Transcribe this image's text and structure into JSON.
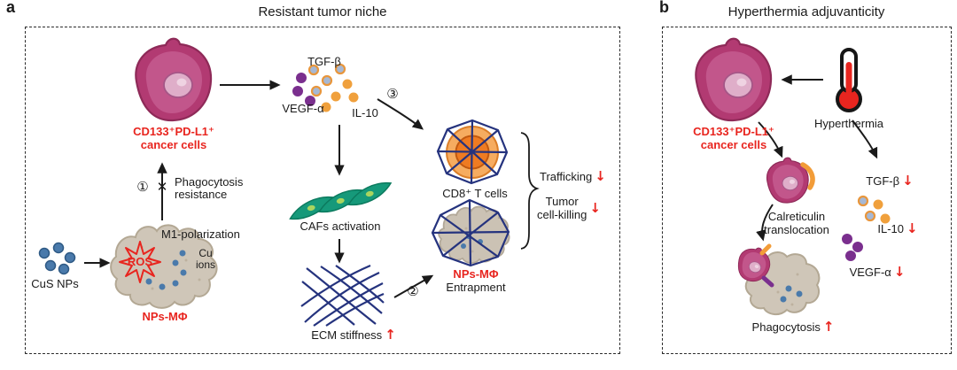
{
  "figure": {
    "panel_a": {
      "corner_label": "a",
      "title": "Resistant tumor niche",
      "cancer_cells": {
        "line1": "CD133⁺PD-L1⁺",
        "line2": "cancer cells"
      },
      "cytokines": {
        "tgf_beta": "TGF-β",
        "vegf_alpha": "VEGF-α",
        "il_10": "IL-10"
      },
      "steps": {
        "one": "①",
        "two": "②",
        "three": "③"
      },
      "phagocytosis_resistance": {
        "line1": "Phagocytosis",
        "line2": "resistance"
      },
      "m1_polarization": "M1-polarization",
      "ros": "ROS",
      "cu_ions": {
        "line1": "Cu",
        "line2": "ions"
      },
      "cus_nps": "CuS NPs",
      "nps_macrophage": "NPs-MΦ",
      "cafs_activation": "CAFs activation",
      "ecm_stiffness": "ECM stiffness",
      "cd8_t_cells": "CD8⁺ T cells",
      "trafficking": "Trafficking",
      "tumor_cell_killing": {
        "line1": "Tumor",
        "line2": "cell-killing"
      },
      "entrapment": {
        "line1": "NPs-MΦ",
        "line2": "Entrapment"
      }
    },
    "panel_b": {
      "corner_label": "b",
      "title": "Hyperthermia adjuvanticity",
      "cancer_cells": {
        "line1": "CD133⁺PD-L1⁺",
        "line2": "cancer cells"
      },
      "hyperthermia": "Hyperthermia",
      "calreticulin": {
        "line1": "Calreticulin",
        "line2": "translocation"
      },
      "cytokines": {
        "tgf_beta": "TGF-β",
        "il_10": "IL-10",
        "vegf_alpha": "VEGF-α"
      },
      "phagocytosis": "Phagocytosis"
    },
    "glyphs": {
      "down_arrow": "↓",
      "up_arrow": "↑",
      "cross": "✕"
    },
    "colors": {
      "accent_red": "#e8251f",
      "mesh_navy": "#25337e",
      "cancer_magenta": "#b23a72",
      "caf_green": "#16997a",
      "t_cell_orange": "#ee7b22",
      "macrophage_grey": "#cfc6b8",
      "np_blue": "#4a7aab",
      "cytokine_purple": "#7a2f8e",
      "cytokine_orange": "#f0a03c"
    }
  }
}
